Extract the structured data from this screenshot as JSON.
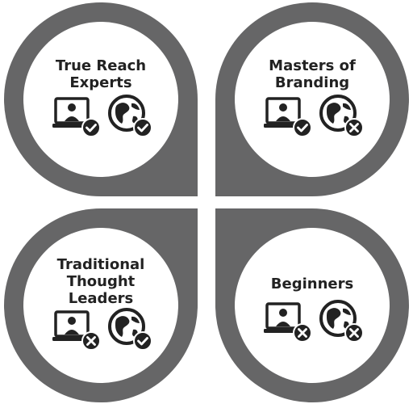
{
  "colors": {
    "ring": "#666667",
    "ink": "#222222",
    "badge": "#ffffff"
  },
  "quadrants": [
    {
      "title_lines": [
        "True Reach",
        "Experts"
      ],
      "online_icon": "laptop-user-icon",
      "online_badge": "check",
      "offline_icon": "globe-icon",
      "offline_badge": "check"
    },
    {
      "title_lines": [
        "Masters of",
        "Branding"
      ],
      "online_icon": "laptop-user-icon",
      "online_badge": "check",
      "offline_icon": "globe-icon",
      "offline_badge": "cross"
    },
    {
      "title_lines": [
        "Traditional",
        "Thought",
        "Leaders"
      ],
      "online_icon": "laptop-user-icon",
      "online_badge": "cross",
      "offline_icon": "globe-icon",
      "offline_badge": "check"
    },
    {
      "title_lines": [
        "Beginners"
      ],
      "online_icon": "laptop-user-icon",
      "online_badge": "cross",
      "offline_icon": "globe-icon",
      "offline_badge": "cross"
    }
  ]
}
